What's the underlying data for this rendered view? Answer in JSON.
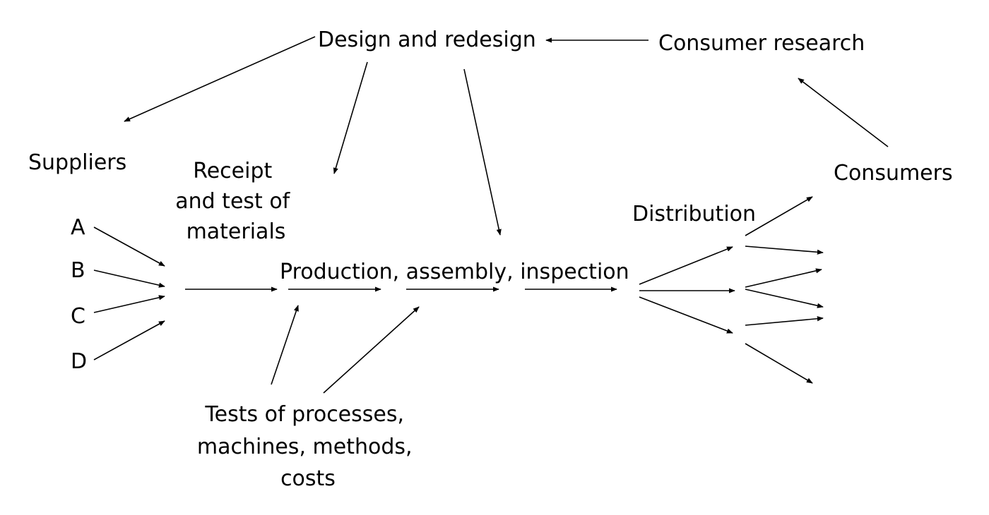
{
  "nodes": {
    "design": "Design and redesign",
    "consumer_research": "Consumer research",
    "suppliers": "Suppliers",
    "receipt": [
      "Receipt",
      "and test of",
      "materials"
    ],
    "consumers": "Consumers",
    "distribution": "Distribution",
    "supplier_a": "A",
    "supplier_b": "B",
    "supplier_c": "C",
    "supplier_d": "D",
    "production": "Production, assembly, inspection",
    "tests": [
      "Tests of processes,",
      "machines, methods,",
      "costs"
    ]
  },
  "colors": {
    "ink": "#000000",
    "background": "#ffffff"
  }
}
